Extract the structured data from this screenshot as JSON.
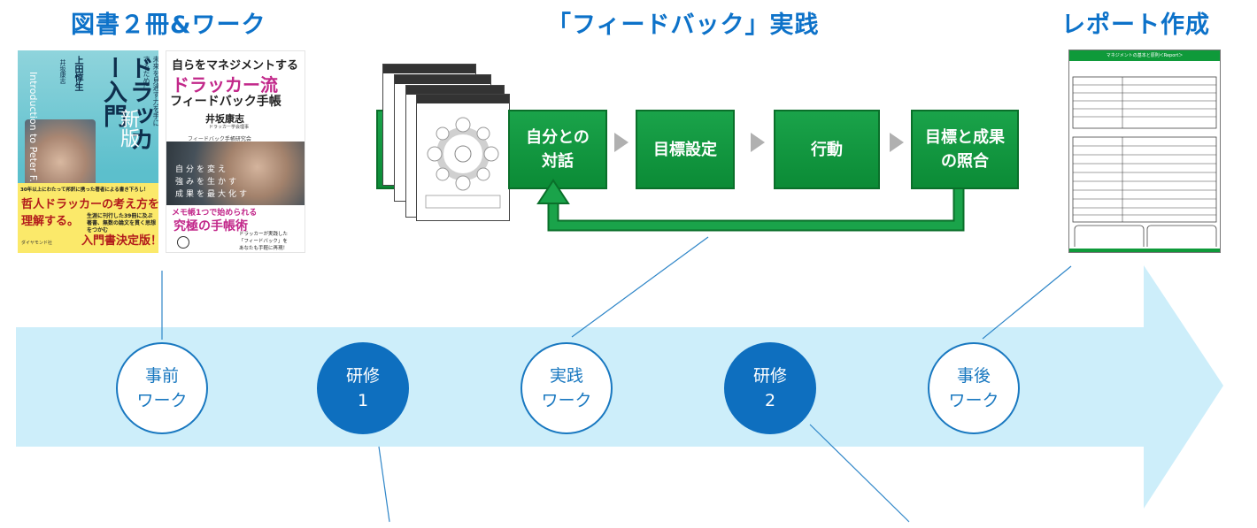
{
  "headings": {
    "books": "図書２冊&ワーク",
    "feedback": "「フィードバック」実践",
    "report": "レポート作成"
  },
  "book1": {
    "subtitle": "未来を見通す力を手にするために",
    "title": "ドラッカー入門",
    "edition": "新版",
    "authors": "上田惇生",
    "author2": "井坂康志",
    "english": "Introduction to Peter F. Drucker",
    "tagline": "30年以上にわたって邦訳に携った著者による書き下ろし！",
    "big1": "哲人ドラッカーの考え方を",
    "big2": "理解する。",
    "small": "生涯に刊行した39冊に及ぶ著書、無数の論文を貫く思想をつかむ",
    "final": "入門書決定版！",
    "publisher": "ダイヤモンド社"
  },
  "book2": {
    "line1": "自らをマネジメントする",
    "line2": "ドラッカー流",
    "line3": "フィードバック手帳",
    "author": "井坂康志",
    "author_sub": "ドラッカー学会理事",
    "assoc": "フィードバック手帳研究会",
    "photo_text1": "自分を変え",
    "photo_text2": "強みを生かす",
    "photo_text3": "成果を最大化す",
    "promo1": "メモ帳1つで始められる",
    "promo2": "究極の手帳術",
    "bottom1": "ドラッカーが実践した",
    "bottom2": "「フィードバック」を",
    "bottom3": "あなたも手軽に再現！"
  },
  "flow": {
    "step1_line1": "自分との",
    "step1_line2": "対話",
    "step2": "目標設定",
    "step3": "行動",
    "step4_line1": "目標と成果",
    "step4_line2": "の照合"
  },
  "report": {
    "title": "マネジメントの基本と原則＜Report＞"
  },
  "timeline": {
    "c1_line1": "事前",
    "c1_line2": "ワーク",
    "c2_line1": "研修",
    "c2_line2": "1",
    "c3_line1": "実践",
    "c3_line2": "ワーク",
    "c4_line1": "研修",
    "c4_line2": "2",
    "c5_line1": "事後",
    "c5_line2": "ワーク"
  },
  "colors": {
    "accent_blue": "#0d72c9",
    "timeline_fill": "#cdeefa",
    "flow_green": "#0b8b36",
    "circle_fill": "#0e6fbf"
  }
}
